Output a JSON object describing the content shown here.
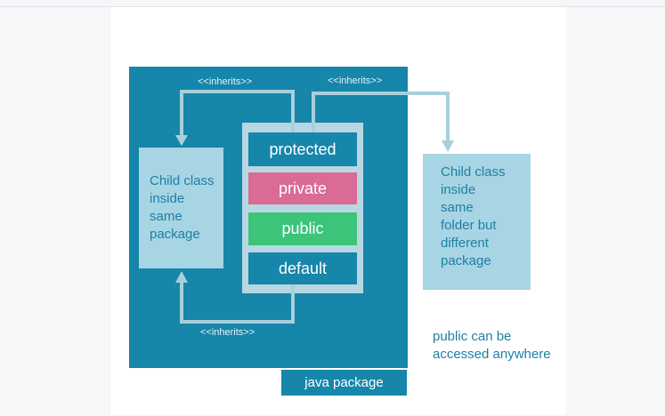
{
  "diagram": {
    "inherit_top_left": "<<inherits>>",
    "inherit_top_right": "<<inherits>>",
    "inherit_bottom": "<<inherits>>",
    "modifiers": {
      "protected": "protected",
      "private": "private",
      "public": "public",
      "default": "default"
    },
    "child_inside_lines": [
      "Child class",
      "inside",
      "same",
      "package"
    ],
    "child_outside_lines": [
      "Child class",
      "inside",
      "same",
      "folder but",
      "different",
      "package"
    ],
    "package_label": "java package",
    "note_lines": [
      "public can be",
      "accessed anywhere"
    ]
  },
  "colors": {
    "package_blue": "#1686aa",
    "light_blue": "#a8d5e3",
    "private_pink": "#d96b94",
    "public_green": "#3bc47a",
    "arrow": "#a9cfdc"
  }
}
